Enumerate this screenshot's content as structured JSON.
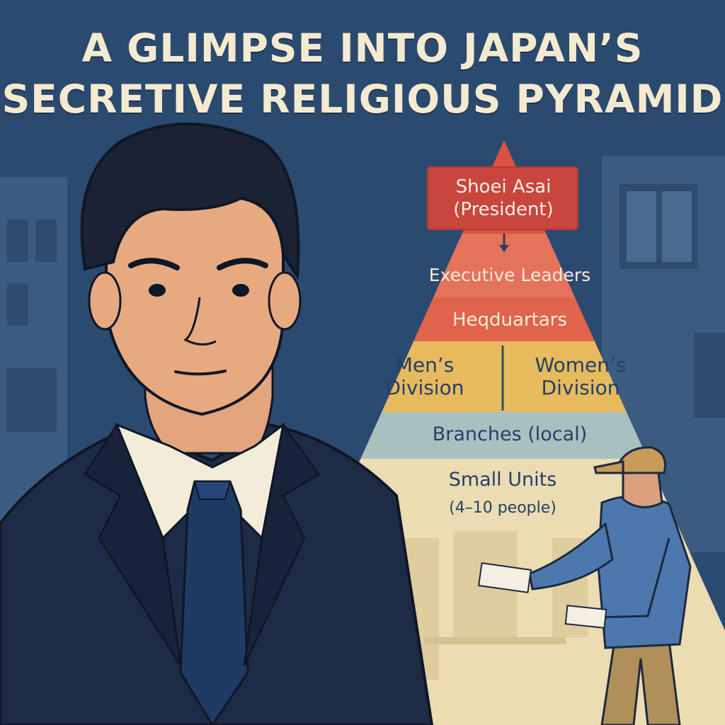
{
  "title": {
    "line1": "A GLIMPSE INTO JAPAN’S",
    "line2": "SECRETIVE RELIGIOUS PYRAMID"
  },
  "pyramid": {
    "president": {
      "line1": "Shoei Asai",
      "line2": "(President)"
    },
    "executive": "Executive Leaders",
    "headquarters": "Heqduartars",
    "mens_division": {
      "line1": "Men’s",
      "line2": "Division"
    },
    "womens_division": {
      "line1": "Women’s",
      "line2": "Division"
    },
    "branches": "Branches (local)",
    "small_units": {
      "line1": "Small Units",
      "line2": "(4–10 people)"
    }
  },
  "colors": {
    "background": "#2b4a6f",
    "title": "#f4ead0",
    "president_box": "#c8463e",
    "executive": "#e5725b",
    "headquarters": "#e0634c",
    "divisions": "#e7ba5e",
    "branches": "#a8c0bf",
    "small_units": "#ecdcb2",
    "label_dark": "#24406a"
  }
}
